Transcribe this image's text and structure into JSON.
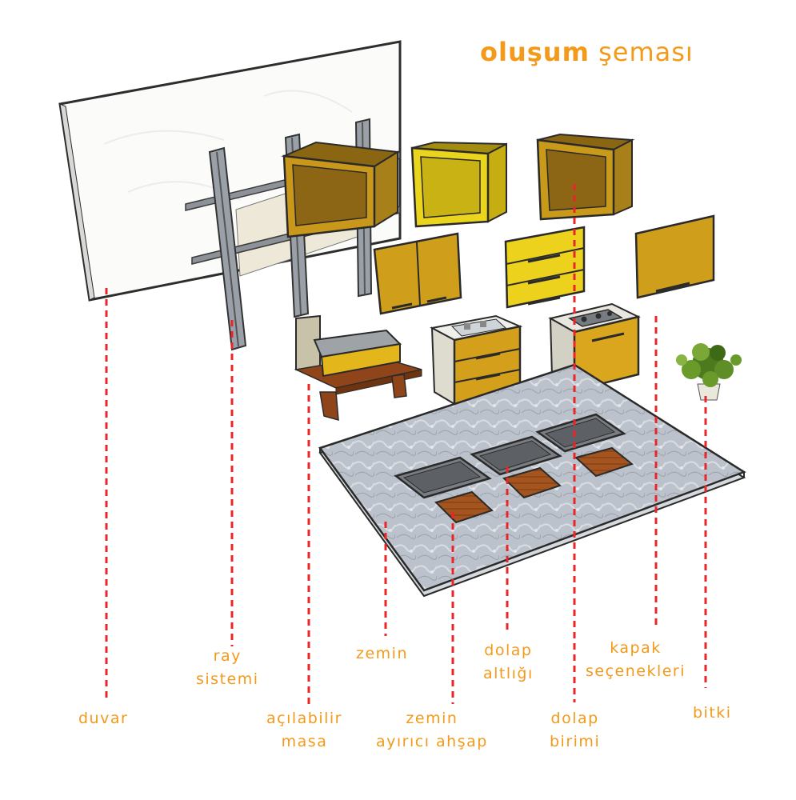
{
  "title": {
    "bold": "oluşum",
    "regular": "şeması"
  },
  "labels": {
    "duvar": [
      "duvar"
    ],
    "ray_sistemi": [
      "ray",
      "sistemi"
    ],
    "acilabilir_masa": [
      "açılabilir",
      "masa"
    ],
    "zemin": [
      "zemin"
    ],
    "zemin_ayirici": [
      "zemin",
      "ayırıcı ahşap"
    ],
    "dolap_altligi": [
      "dolap",
      "altlığı"
    ],
    "dolap_birimi": [
      "dolap",
      "birimi"
    ],
    "kapak_secenekleri": [
      "kapak",
      "seçenekleri"
    ],
    "bitki": [
      "bitki"
    ]
  },
  "colors": {
    "accent": "#f39a1a",
    "leader_line": "#e8262a",
    "cabinet_yellow": "#e8c21a",
    "cabinet_ochre": "#c99a17",
    "rail": "#8a8f96",
    "floor": "#b9bfc8",
    "wood": "#9c4d1e"
  }
}
